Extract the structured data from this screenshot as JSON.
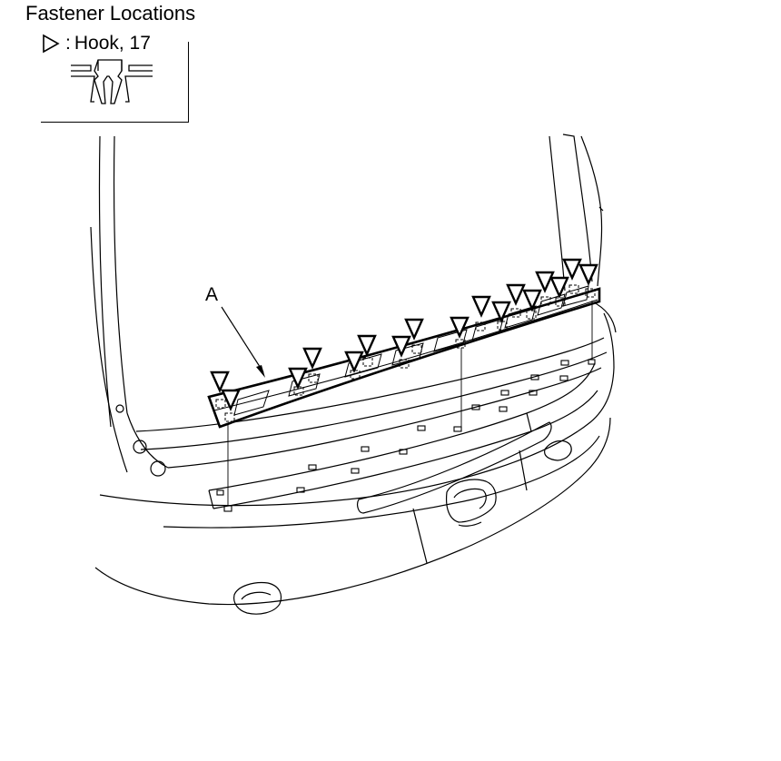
{
  "header": {
    "title": "Fastener Locations"
  },
  "legend": {
    "symbol_icon": "hook-triangle-icon",
    "colon": ":",
    "text": "Hook, 17"
  },
  "callouts": {
    "a": "A"
  },
  "hooks": {
    "count": 17
  }
}
